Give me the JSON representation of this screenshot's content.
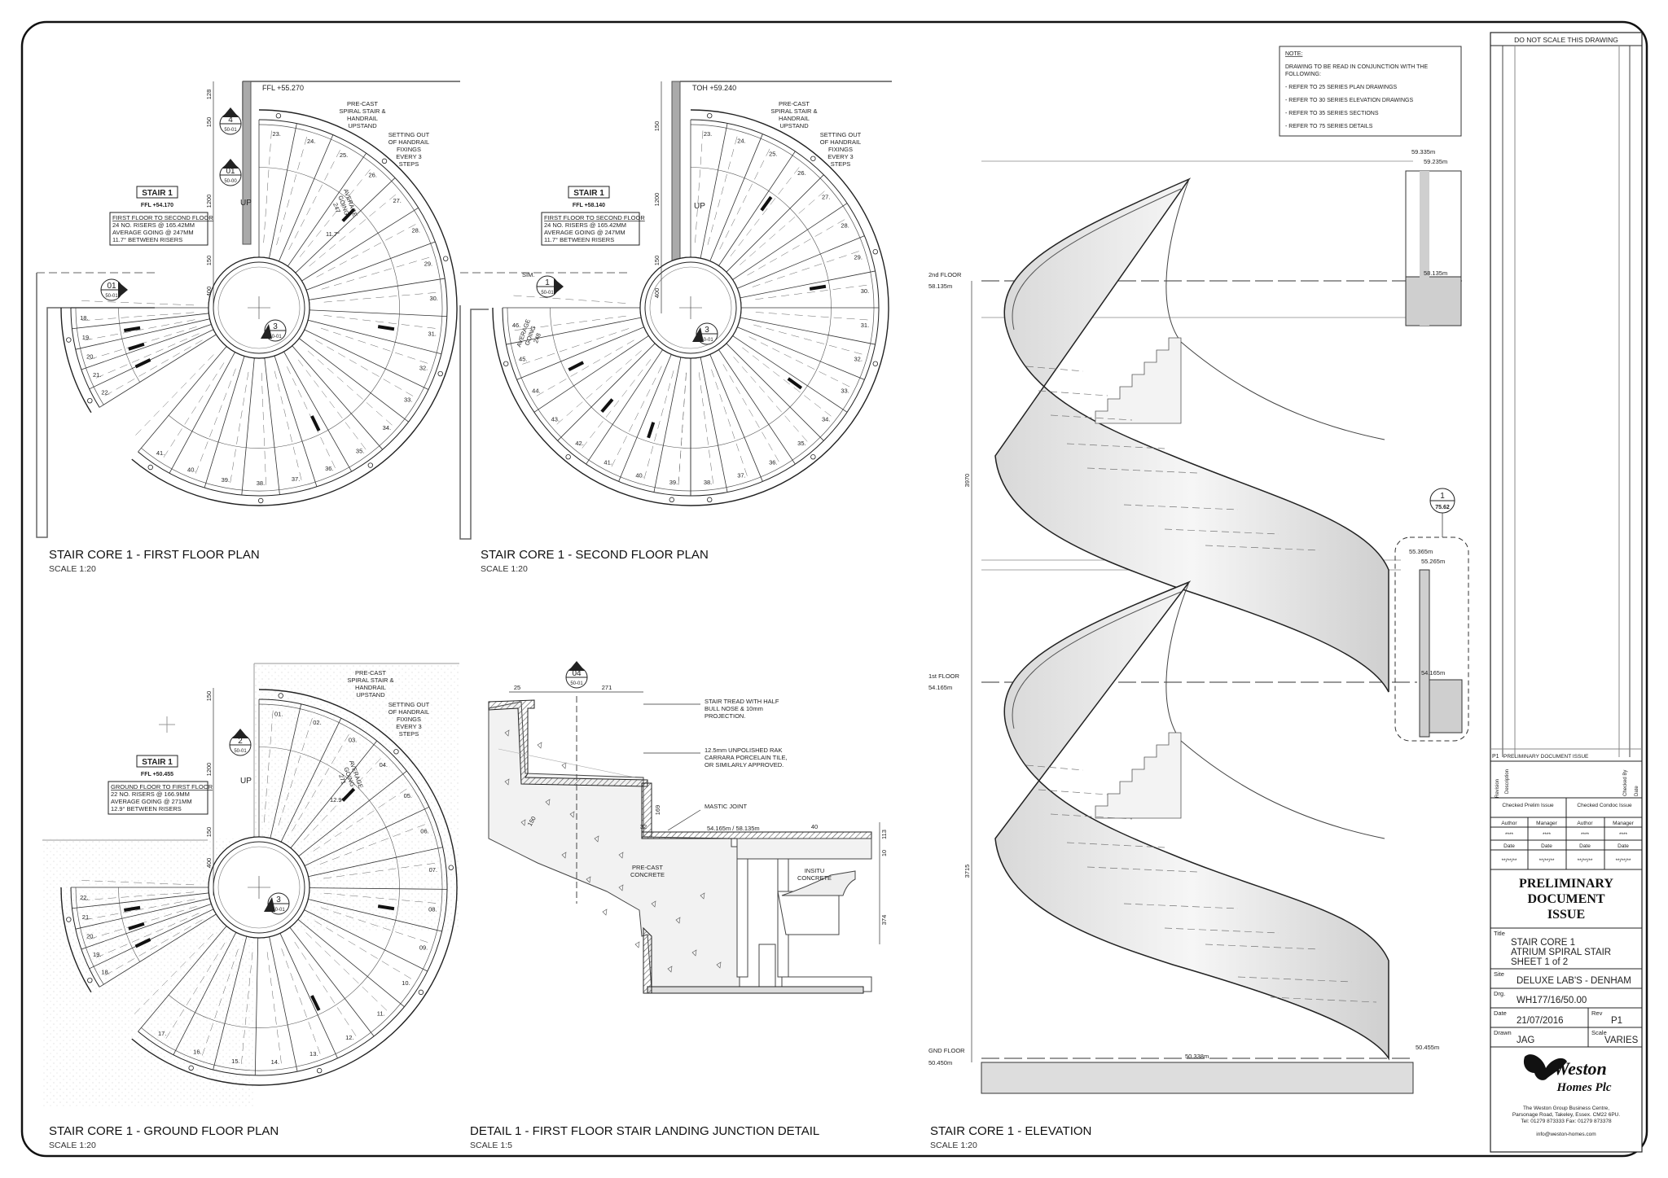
{
  "notes": {
    "heading": "NOTE:",
    "lines": [
      "DRAWING TO BE READ IN CONJUNCTION WITH THE",
      "FOLLOWING:",
      "- REFER TO 25 SERIES PLAN DRAWINGS",
      "- REFER TO 30 SERIES ELEVATION DRAWINGS",
      "- REFER TO 35 SERIES SECTIONS",
      "- REFER TO 75 SERIES DETAILS"
    ]
  },
  "views": {
    "first_floor": {
      "title": "STAIR CORE 1 - FIRST FLOOR PLAN",
      "scale": "SCALE 1:20"
    },
    "second_floor": {
      "title": "STAIR CORE 1 - SECOND FLOOR PLAN",
      "scale": "SCALE 1:20"
    },
    "ground_floor": {
      "title": "STAIR CORE 1 - GROUND FLOOR PLAN",
      "scale": "SCALE 1:20"
    },
    "detail": {
      "title": "DETAIL 1 -  FIRST FLOOR STAIR LANDING JUNCTION DETAIL",
      "scale": "SCALE 1:5"
    },
    "elevation": {
      "title": "STAIR CORE 1 - ELEVATION",
      "scale": "SCALE 1:20"
    }
  },
  "plan_first": {
    "ffl": "FFL +55.270",
    "stair": "STAIR 1",
    "stair_ffl": "FFL +54.170",
    "spec": [
      "FIRST FLOOR TO SECOND FLOOR",
      "24 NO. RISERS @ 165.42MM",
      "AVERAGE GOING @ 247MM",
      "11.7° BETWEEN RISERS"
    ],
    "precast": [
      "PRE-CAST",
      "SPIRAL STAIR &",
      "HANDRAIL",
      "UPSTAND"
    ],
    "setting": [
      "SETTING OUT",
      "OF HANDRAIL",
      "FIXINGS",
      "EVERY 3",
      "STEPS"
    ],
    "up": "UP",
    "going": [
      "AVERAGE",
      "GOING",
      "247"
    ],
    "angle": "11.7°",
    "dims": [
      "128",
      "150",
      "1200",
      "150",
      "400"
    ],
    "steps": [
      "23.",
      "24.",
      "25.",
      "26.",
      "27.",
      "28.",
      "29.",
      "30.",
      "31.",
      "32.",
      "33.",
      "34.",
      "35.",
      "36.",
      "37.",
      "38.",
      "39.",
      "40.",
      "41.",
      "18.",
      "19.",
      "20.",
      "21.",
      "22."
    ],
    "markers": [
      {
        "num": "4",
        "ref": "50-01"
      },
      {
        "num": "01",
        "ref": "50-00"
      },
      {
        "num": "01",
        "ref": "50-01"
      },
      {
        "num": "3",
        "ref": "50-01"
      }
    ]
  },
  "plan_second": {
    "toh": "TOH +59.240",
    "stair": "STAIR 1",
    "stair_ffl": "FFL +58.140",
    "spec": [
      "FIRST FLOOR TO SECOND FLOOR",
      "24 NO. RISERS @ 165.42MM",
      "AVERAGE GOING @ 247MM",
      "11.7° BETWEEN RISERS"
    ],
    "precast": [
      "PRE-CAST",
      "SPIRAL STAIR &",
      "HANDRAIL",
      "UPSTAND"
    ],
    "setting": [
      "SETTING OUT",
      "OF HANDRAIL",
      "FIXINGS",
      "EVERY 3",
      "STEPS"
    ],
    "up": "UP",
    "sim": "SIM.",
    "going": [
      "AVERAGE",
      "GOING",
      "248"
    ],
    "dims": [
      "150",
      "1200",
      "150",
      "400"
    ],
    "steps": [
      "23.",
      "24.",
      "25.",
      "26.",
      "27.",
      "28.",
      "29.",
      "30.",
      "31.",
      "32.",
      "33.",
      "34.",
      "35.",
      "36.",
      "37.",
      "38.",
      "39.",
      "40.",
      "41.",
      "42.",
      "43.",
      "44.",
      "45.",
      "46."
    ],
    "markers": [
      {
        "num": "1",
        "ref": "50-01"
      },
      {
        "num": "3",
        "ref": "50-01"
      }
    ]
  },
  "plan_ground": {
    "stair": "STAIR 1",
    "stair_ffl": "FFL +50.455",
    "spec": [
      "GROUND FLOOR TO FIRST FLOOR",
      "22 NO. RISERS @ 166.9MM",
      "AVERAGE GOING @ 271MM",
      "12.9° BETWEEN RISERS"
    ],
    "precast": [
      "PRE-CAST",
      "SPIRAL STAIR &",
      "HANDRAIL",
      "UPSTAND"
    ],
    "setting": [
      "SETTING OUT",
      "OF HANDRAIL",
      "FIXINGS",
      "EVERY 3",
      "STEPS"
    ],
    "up": "UP",
    "going": [
      "AVERAGE",
      "GOING",
      "271"
    ],
    "angle": "12.9°",
    "dims": [
      "150",
      "1200",
      "150",
      "400"
    ],
    "steps": [
      "01.",
      "02.",
      "03.",
      "04.",
      "05.",
      "06.",
      "07.",
      "08.",
      "09.",
      "10.",
      "11.",
      "12.",
      "13.",
      "14.",
      "15.",
      "16.",
      "17.",
      "18.",
      "19.",
      "20.",
      "21.",
      "22."
    ],
    "markers": [
      {
        "num": "2",
        "ref": "50-01"
      },
      {
        "num": "3",
        "ref": "50-01"
      }
    ]
  },
  "detail": {
    "marker": {
      "num": "04",
      "ref": "50-01"
    },
    "dims": [
      "25",
      "271",
      "32",
      "169",
      "40",
      "150",
      "10",
      "113",
      "374"
    ],
    "level": "54.165m / 58.135m",
    "notes": [
      [
        "STAIR TREAD WITH HALF",
        "BULL NOSE & 10mm",
        "PROJECTION."
      ],
      [
        "12.5mm UNPOLISHED RAK",
        "CARRARA PORCELAIN TILE,",
        "OR SIMILARLY APPROVED."
      ],
      [
        "MASTIC JOINT"
      ]
    ],
    "precast": [
      "PRE-CAST",
      "CONCRETE"
    ],
    "insitu": [
      "INSITU",
      "CONCRETE"
    ]
  },
  "elevation": {
    "levels": {
      "top1": "59.335m",
      "top2": "59.235m",
      "second": "58.135m",
      "mid1": "55.365m",
      "mid2": "55.265m",
      "first": "54.165m",
      "gnd": "50.455m",
      "gnd_low": "50.338m"
    },
    "floors": [
      {
        "name": "2nd FLOOR",
        "level": "58.135m"
      },
      {
        "name": "1st FLOOR",
        "level": "54.165m"
      },
      {
        "name": "GND FLOOR",
        "level": "50.450m"
      }
    ],
    "dims": [
      "3970",
      "3715"
    ],
    "callout": {
      "num": "1",
      "ref": "75.62"
    }
  },
  "title_block": {
    "warning": "DO NOT SCALE THIS DRAWING",
    "rev_code": "P1",
    "rev_desc": "PRELIMINARY DOCUMENT ISSUE",
    "rev_col1": "Revision",
    "rev_col2": "Description",
    "rev_col3": "Checked By",
    "rev_col4": "Date",
    "checked_prelim": "Checked Prelim Issue",
    "checked_condoc": "Checked Condoc Issue",
    "author": "Author",
    "manager": "Manager",
    "date": "Date",
    "stars": "****",
    "slashes": "**/**/**",
    "status": [
      "PRELIMINARY",
      "DOCUMENT",
      "ISSUE"
    ],
    "title_label": "Title",
    "title": [
      "STAIR CORE 1",
      "ATRIUM SPIRAL STAIR",
      "SHEET 1 of 2"
    ],
    "site_label": "Site",
    "site": "DELUXE LAB'S - DENHAM",
    "drg_label": "Drg.",
    "drg": "WH177/16/50.00",
    "date_label": "Date",
    "date_val": "21/07/2016",
    "rev_label": "Rev",
    "rev": "P1",
    "drawn_label": "Drawn",
    "drawn": "JAG",
    "scale_label": "Scale",
    "scale": "VARIES",
    "logo1": "Weston",
    "logo2": "Homes Plc",
    "address": [
      "The Weston Group Business Centre,",
      "Parsonage Road, Takeley, Essex. CM22 6PU.",
      "Tel: 01279 873333  Fax: 01279 873378",
      "info@weston-homes.com"
    ]
  }
}
